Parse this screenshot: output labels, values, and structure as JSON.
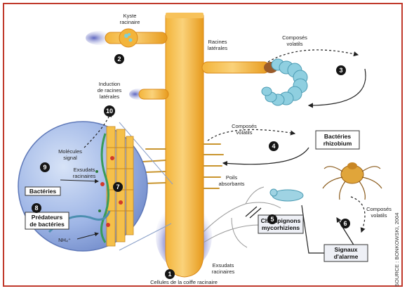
{
  "labels": {
    "kyste": [
      "Kyste",
      "racinaire"
    ],
    "racines_laterales": [
      "Racines",
      "latérales"
    ],
    "composes_volatils_top": [
      "Composés",
      "volatils"
    ],
    "induction": [
      "Induction",
      "de racines",
      "latérales"
    ],
    "composes_volatils_mid": [
      "Composés",
      "volatils"
    ],
    "bacteries_rhizobium": [
      "Bactéries",
      "rhizobium"
    ],
    "molecules_signal": [
      "Molécules",
      "signal"
    ],
    "exsudats_circle": [
      "Exsudats",
      "racinaires"
    ],
    "bacteries": "Bactéries",
    "predateurs": [
      "Prédateurs",
      "de bactéries"
    ],
    "nh4": "NH₄⁺",
    "poils_absorbants": [
      "Poils",
      "absorbants"
    ],
    "champignons": [
      "Champignons",
      "mycorhiziens"
    ],
    "signaux_alarme": [
      "Signaux",
      "d'alarme"
    ],
    "composes_volatils_right": [
      "Composés",
      "volatils"
    ],
    "cellules_coiffe": "Cellules de la coiffe racinaire",
    "exsudats_bottom": [
      "Exsudats",
      "racinaires"
    ],
    "source": "SOURCE : BONKOWSKI, 2004"
  },
  "numbers": [
    "1",
    "2",
    "3",
    "4",
    "5",
    "6",
    "7",
    "8",
    "9",
    "10"
  ]
}
